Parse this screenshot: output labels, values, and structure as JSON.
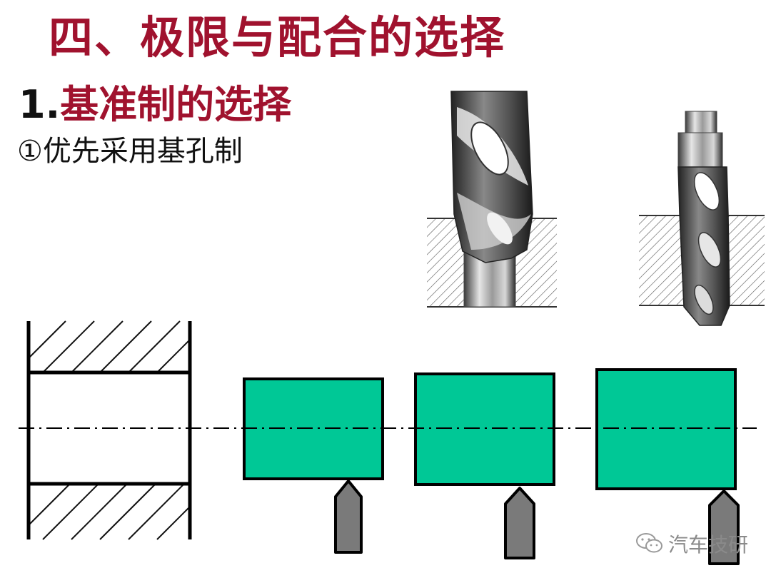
{
  "slide": {
    "title": "四、极限与配合的选择",
    "subtitle_number": "1.",
    "subtitle_text": "基准制的选择",
    "point": "①优先采用基孔制"
  },
  "watermark": {
    "icon": "wechat-icon",
    "label": "汽车技研"
  },
  "colors": {
    "title_red": "#a0122e",
    "shaft_green": "#00c896",
    "tool_gray": "#7a7a7a"
  }
}
